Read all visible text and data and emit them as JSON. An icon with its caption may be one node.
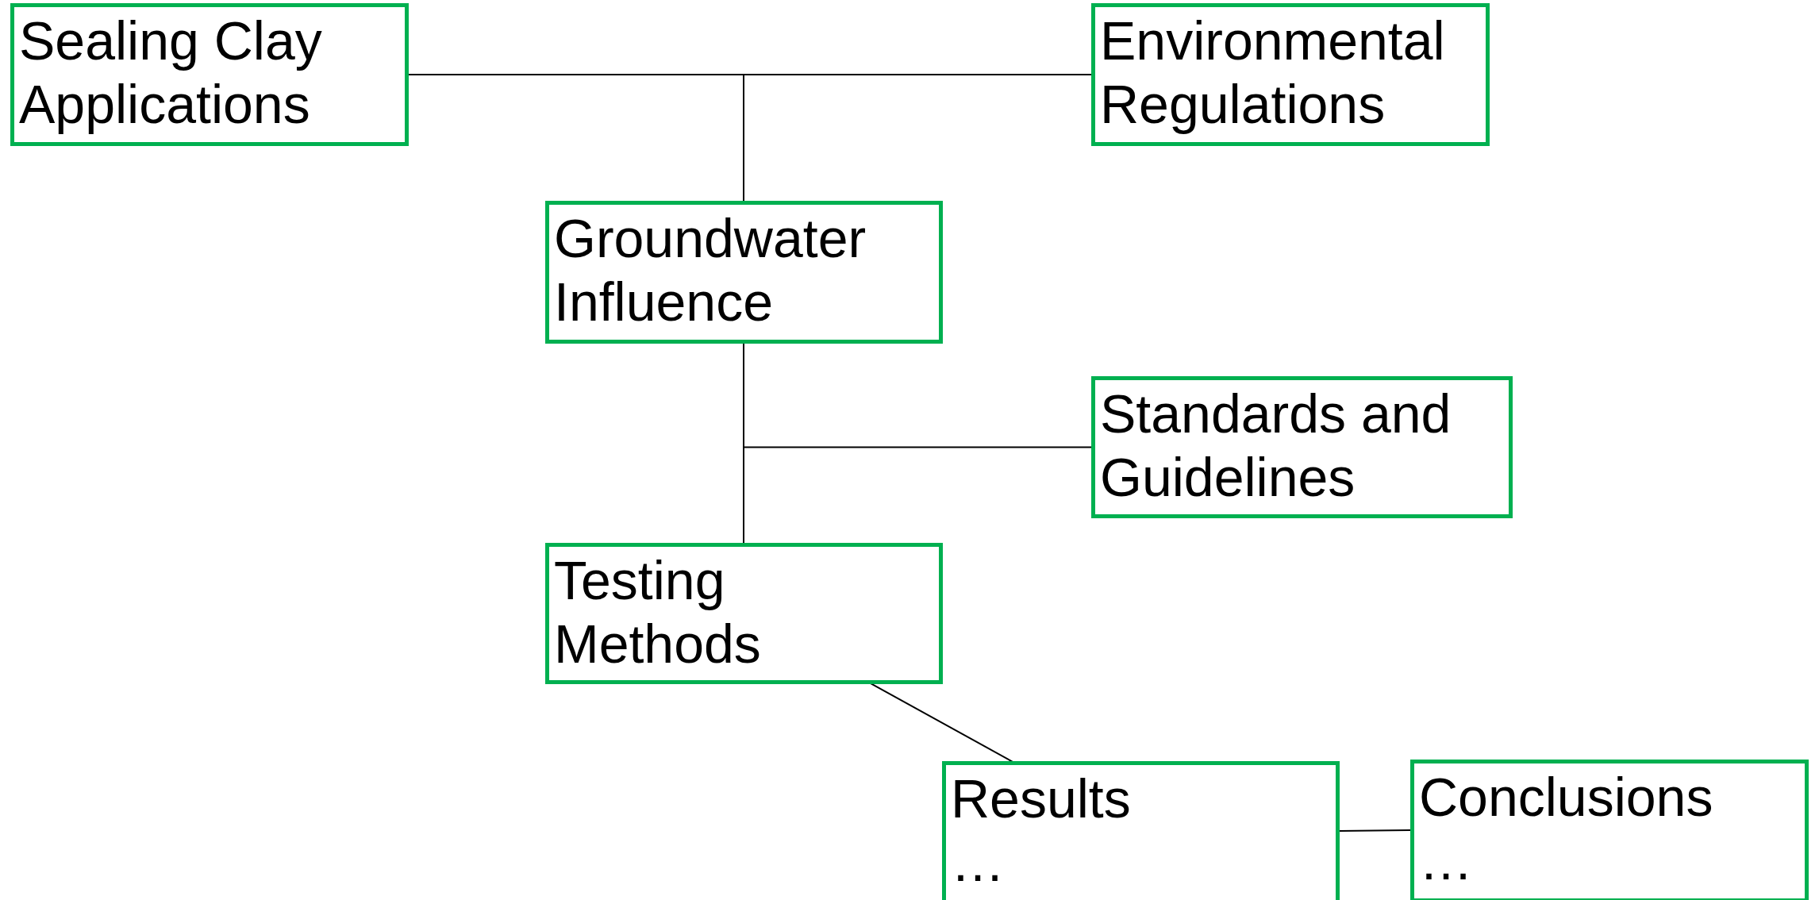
{
  "diagram": {
    "nodes": [
      {
        "text": [
          "Sealing Clay Applications"
        ]
      },
      {
        "text": [
          "Environmental Regulations"
        ]
      },
      {
        "text": [
          "Groundwater Influence"
        ]
      },
      {
        "text": [
          "Standards and Guidelines"
        ]
      },
      {
        "text": [
          "Testing Methods"
        ]
      },
      {
        "text": [
          "Results",
          "…"
        ]
      },
      {
        "text": [
          "Conclusions",
          "…"
        ]
      }
    ],
    "edges": [
      {
        "from": 0,
        "to": 2,
        "arrow": "none"
      },
      {
        "from": 1,
        "to": 2,
        "arrow": "none"
      },
      {
        "from": 2,
        "to": 4,
        "arrow": "none"
      },
      {
        "from": 2,
        "to": 3,
        "arrow": "none"
      },
      {
        "from": 4,
        "to": 5,
        "arrow": "none"
      },
      {
        "from": 5,
        "to": 6,
        "arrow": "none"
      }
    ]
  }
}
